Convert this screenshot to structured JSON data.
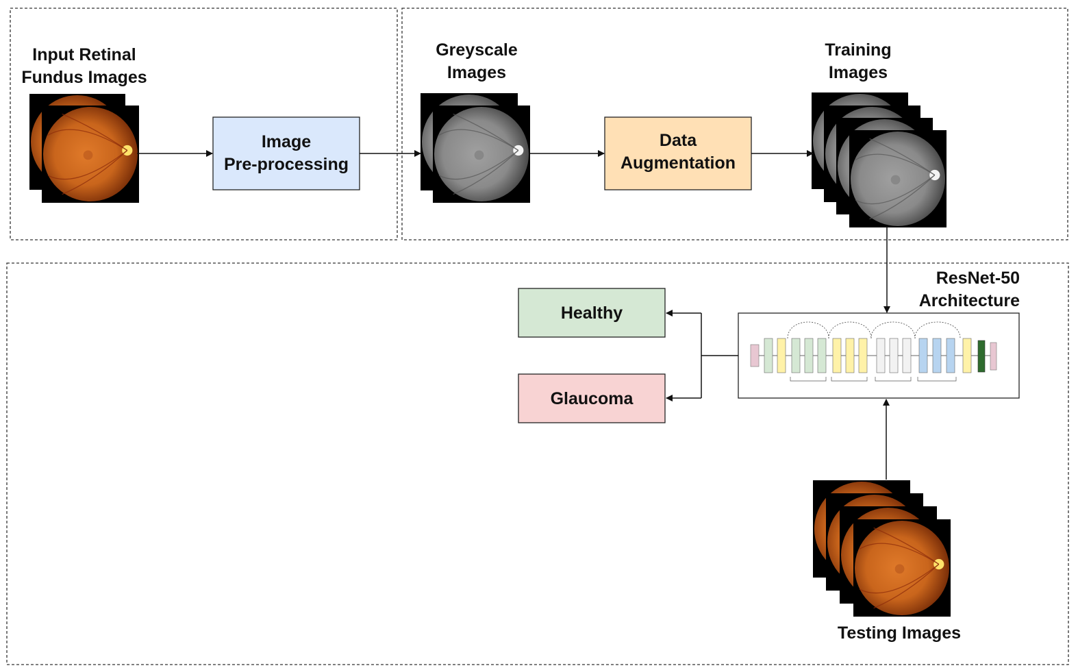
{
  "labels": {
    "input_line1": "Input Retinal",
    "input_line2": "Fundus Images",
    "greyscale_line1": "Greyscale",
    "greyscale_line2": "Images",
    "training_line1": "Training",
    "training_line2": "Images",
    "resnet_line1": "ResNet-50",
    "resnet_line2": "Architecture",
    "testing": "Testing Images"
  },
  "boxes": {
    "preprocessing_line1": "Image",
    "preprocessing_line2": "Pre-processing",
    "augmentation_line1": "Data",
    "augmentation_line2": "Augmentation",
    "healthy": "Healthy",
    "glaucoma": "Glaucoma"
  },
  "colors": {
    "preprocessing_fill": "#dae8fc",
    "augmentation_fill": "#ffe0b5",
    "healthy_fill": "#d5e8d4",
    "glaucoma_fill": "#f8d3d3",
    "fundus_color": "#c9651c",
    "greyscale_color": "#8c8c8c",
    "resnet_conv": "#d5e8d4",
    "resnet_identity": "#fff2a8",
    "resnet_block3": "#f2f2f2",
    "resnet_block4": "#b7d4f0"
  }
}
